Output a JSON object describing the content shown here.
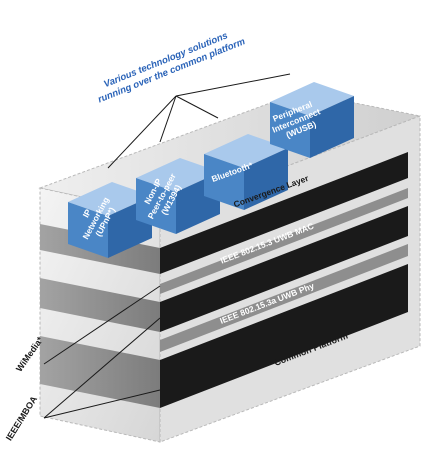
{
  "annotation": {
    "line1": "Various technology solutions",
    "line2": "running over the common platform"
  },
  "blocks": [
    {
      "lines": [
        "IP",
        "Networking",
        "(UPnP*)"
      ]
    },
    {
      "lines": [
        "Non-IP",
        "Peer-to-peer",
        "(W1394)"
      ]
    },
    {
      "lines": [
        "Bluetooth*"
      ]
    },
    {
      "lines": [
        "Peripheral",
        "Interconnect",
        "(WUSB)"
      ]
    }
  ],
  "layers": {
    "convergence": "Convergence Layer",
    "mac": "IEEE 802.15.3 UWB MAC",
    "phy": "IEEE 802.15.3a UWB Phy",
    "platform": "Common Platform"
  },
  "callouts": {
    "wimedia": "WiMedia*",
    "mboa": "IEEE/MBOA"
  },
  "colors": {
    "block_top": "#a9c9ec",
    "block_front": "#4a86c6",
    "block_side": "#2f67a8",
    "block_text": "#ffffff",
    "annotation_text": "#2a63b8",
    "slab_black": "#1a1a1a",
    "slab_grey": "#8e8e8e",
    "platform_box": "#d9d9d9"
  }
}
